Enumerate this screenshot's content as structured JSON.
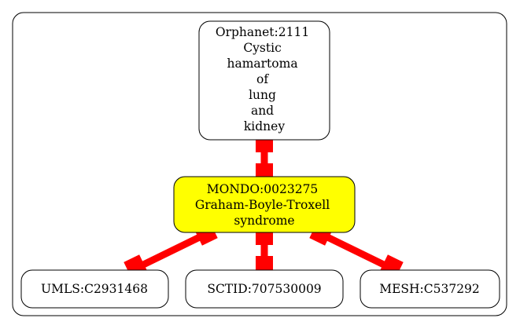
{
  "nodes": {
    "orphanet": {
      "lines": [
        "Orphanet:2111",
        "Cystic",
        "hamartoma",
        "of",
        "lung",
        "and",
        "kidney"
      ],
      "fill": "#ffffff"
    },
    "mondo": {
      "lines": [
        "MONDO:0023275",
        "Graham-Boyle-Troxell",
        "syndrome"
      ],
      "fill": "#ffff00"
    },
    "umls": {
      "lines": [
        "UMLS:C2931468"
      ],
      "fill": "#ffffff"
    },
    "sctid": {
      "lines": [
        "SCTID:707530009"
      ],
      "fill": "#ffffff"
    },
    "mesh": {
      "lines": [
        "MESH:C537292"
      ],
      "fill": "#ffffff"
    }
  },
  "edge_color": "#ff0000"
}
